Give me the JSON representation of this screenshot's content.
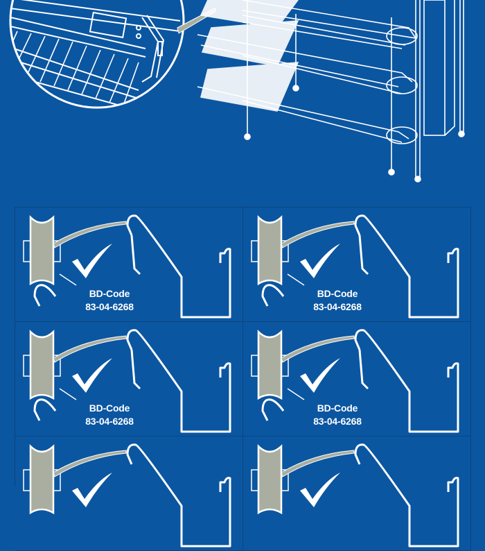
{
  "colors": {
    "background": "#0b56a1",
    "line": "#ffffff",
    "roller_fill": "#a9aea0",
    "grid_line": "#08467f"
  },
  "illustration": {
    "detail_circle": "magnified-shelf-detail",
    "rack": "multi-level-roller-rack"
  },
  "grid": {
    "cells": [
      {
        "label": "BD-Code",
        "code": "83-04-6268",
        "status_icon": "checkmark-icon"
      },
      {
        "label": "BD-Code",
        "code": "83-04-6268",
        "status_icon": "checkmark-icon"
      },
      {
        "label": "BD-Code",
        "code": "83-04-6268",
        "status_icon": "checkmark-icon"
      },
      {
        "label": "BD-Code",
        "code": "83-04-6268",
        "status_icon": "checkmark-icon"
      },
      {
        "label": "",
        "code": "",
        "status_icon": "checkmark-icon"
      },
      {
        "label": "",
        "code": "",
        "status_icon": "checkmark-icon"
      }
    ]
  }
}
